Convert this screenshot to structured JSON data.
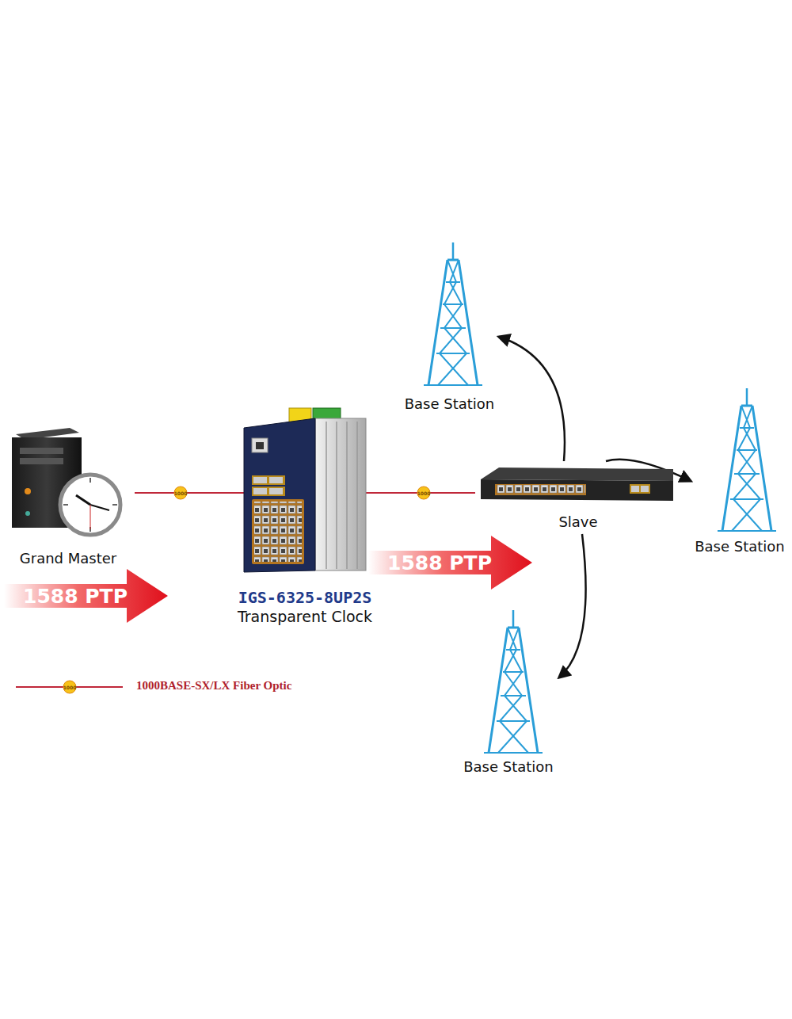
{
  "diagram": {
    "nodes": [
      {
        "text": [
          "Grand Master"
        ]
      },
      {
        "text": [
          "IGS-6325-8UP2S",
          "Transparent Clock"
        ]
      },
      {
        "text": [
          "Slave"
        ]
      },
      {
        "text": [
          "Base Station"
        ]
      },
      {
        "text": [
          "Base Station"
        ]
      },
      {
        "text": [
          "Base Station"
        ]
      }
    ],
    "edges": [
      {
        "from": 0,
        "to": 1,
        "arrow": "none"
      },
      {
        "from": 1,
        "to": 2,
        "arrow": "none"
      },
      {
        "from": 2,
        "to": 3,
        "arrow": "to"
      },
      {
        "from": 2,
        "to": 4,
        "arrow": "to"
      },
      {
        "from": 2,
        "to": 5,
        "arrow": "to"
      }
    ],
    "labels": [
      "1000",
      "1000",
      "1588 PTP",
      "1588 PTP",
      "1000"
    ],
    "legend": [
      {
        "text": "1000BASE-SX/LX Fiber Optic"
      }
    ]
  }
}
